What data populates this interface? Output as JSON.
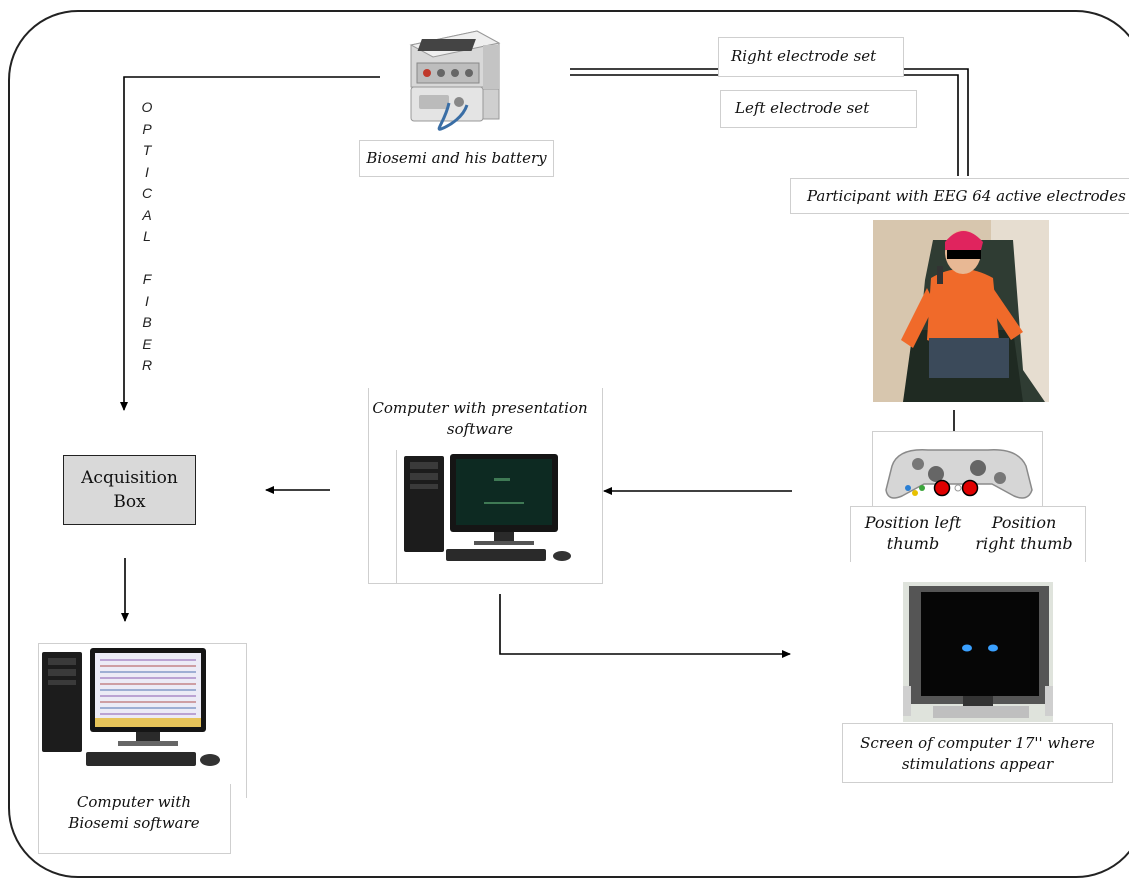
{
  "device": {
    "caption": "Biosemi and his battery"
  },
  "electrodes": {
    "right_label": "Right  electrode set",
    "left_label": "Left electrode set"
  },
  "participant": {
    "caption": "Participant with EEG 64 active electrodes"
  },
  "fiber": {
    "letters": [
      "O",
      "P",
      "T",
      "I",
      "C",
      "A",
      "L",
      "",
      "F",
      "I",
      "B",
      "E",
      "R"
    ]
  },
  "acquisition": {
    "line1": "Acquisition",
    "line2": "Box"
  },
  "presentation_pc": {
    "line1": "Computer with presentation",
    "line2": "software"
  },
  "gamepad": {
    "left_line1": "Position left",
    "left_line2": "thumb",
    "right_line1": "Position",
    "right_line2": "right thumb"
  },
  "screen": {
    "line1": "Screen of computer 17''  where",
    "line2": "stimulations appear"
  },
  "biosemi_pc": {
    "line1": "Computer with",
    "line2": "Biosemi software"
  },
  "colors": {
    "thumb_marker": "#e00000",
    "stimulus_dots": "#3aa0ff",
    "acq_fill": "#d9d9d9"
  }
}
